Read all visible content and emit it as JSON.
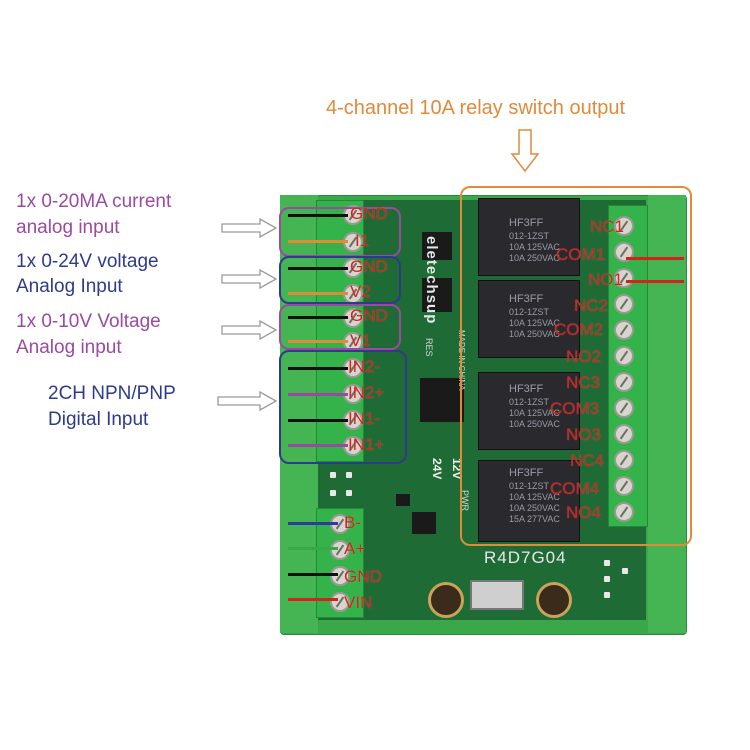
{
  "title_output": "4-channel 10A relay switch output",
  "labels": {
    "current_input": [
      "1x 0-20MA current",
      "analog input"
    ],
    "voltage24": [
      "1x 0-24V voltage",
      "Analog Input"
    ],
    "voltage10": [
      "1x 0-10V Voltage",
      "Analog input"
    ],
    "digital": [
      "2CH NPN/PNP",
      "Digital Input"
    ]
  },
  "left_pins": [
    "GND",
    "I1",
    "GND",
    "V2",
    "GND",
    "V1",
    "IN2-",
    "IN2+",
    "IN1-",
    "IN1+"
  ],
  "bottom_pins": [
    "B-",
    "A+",
    "GND",
    "VIN"
  ],
  "right_pins": [
    "NC1",
    "COM1",
    "NO1",
    "NC2",
    "COM2",
    "NO2",
    "NC3",
    "COM3",
    "NO3",
    "NC4",
    "COM4",
    "NO4"
  ],
  "board": {
    "brand": "eletechsup",
    "made_in": "MADE IN CHINA",
    "model": "R4D7G04",
    "v24": "24V",
    "v12": "12V",
    "pwr": "PWR",
    "res": "RES"
  },
  "relay": {
    "name": "HF3FF",
    "lines": [
      "012-1ZST",
      "10A 125VAC",
      "10A 250VAC",
      "15A 277VAC"
    ]
  },
  "colors": {
    "purple": "#9b4aa2",
    "blue": "#2f3a8f",
    "orange": "#e08a3c",
    "pin_red": "#d2231f",
    "board_green": "#1e6b35",
    "rail_green": "#3aa848"
  }
}
